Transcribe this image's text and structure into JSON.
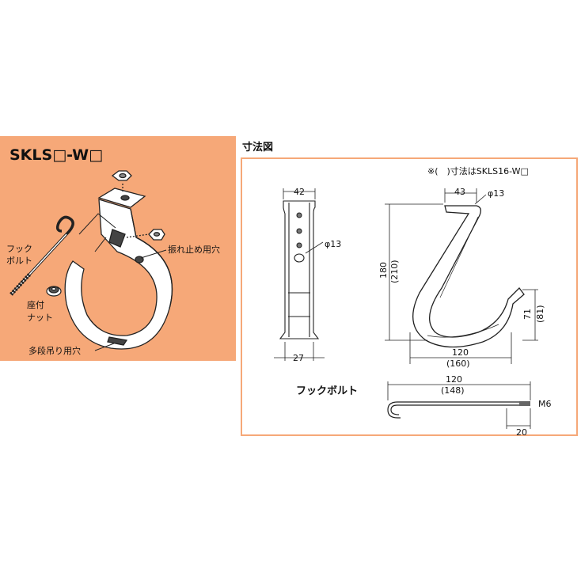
{
  "left_panel": {
    "title": "SKLS□-W□",
    "bg_color": "#f6a878",
    "labels": {
      "hook_bolt_line1": "フック",
      "hook_bolt_line2": "ボルト",
      "washer_nut_line1": "座付",
      "washer_nut_line2": "ナット",
      "anti_sway_hole": "振れ止め用穴",
      "multi_stage_hole": "多段吊り用穴"
    }
  },
  "right_panel": {
    "title": "寸法図",
    "border_color": "#f6a878",
    "note": "※(　)寸法はSKLS16-W□",
    "front_view": {
      "dim_top": "42",
      "dim_hole": "φ13",
      "dim_bottom": "27"
    },
    "side_view": {
      "dim_top": "43",
      "dim_hole": "φ13",
      "dim_height": "180",
      "dim_height_alt": "(210)",
      "dim_opening": "71",
      "dim_opening_alt": "(81)",
      "dim_width": "120",
      "dim_width_alt": "(160)"
    },
    "hook_bolt": {
      "label": "フックボルト",
      "dim_length": "120",
      "dim_length_alt": "(148)",
      "dim_thread": "M6",
      "dim_thread_len": "20"
    }
  }
}
